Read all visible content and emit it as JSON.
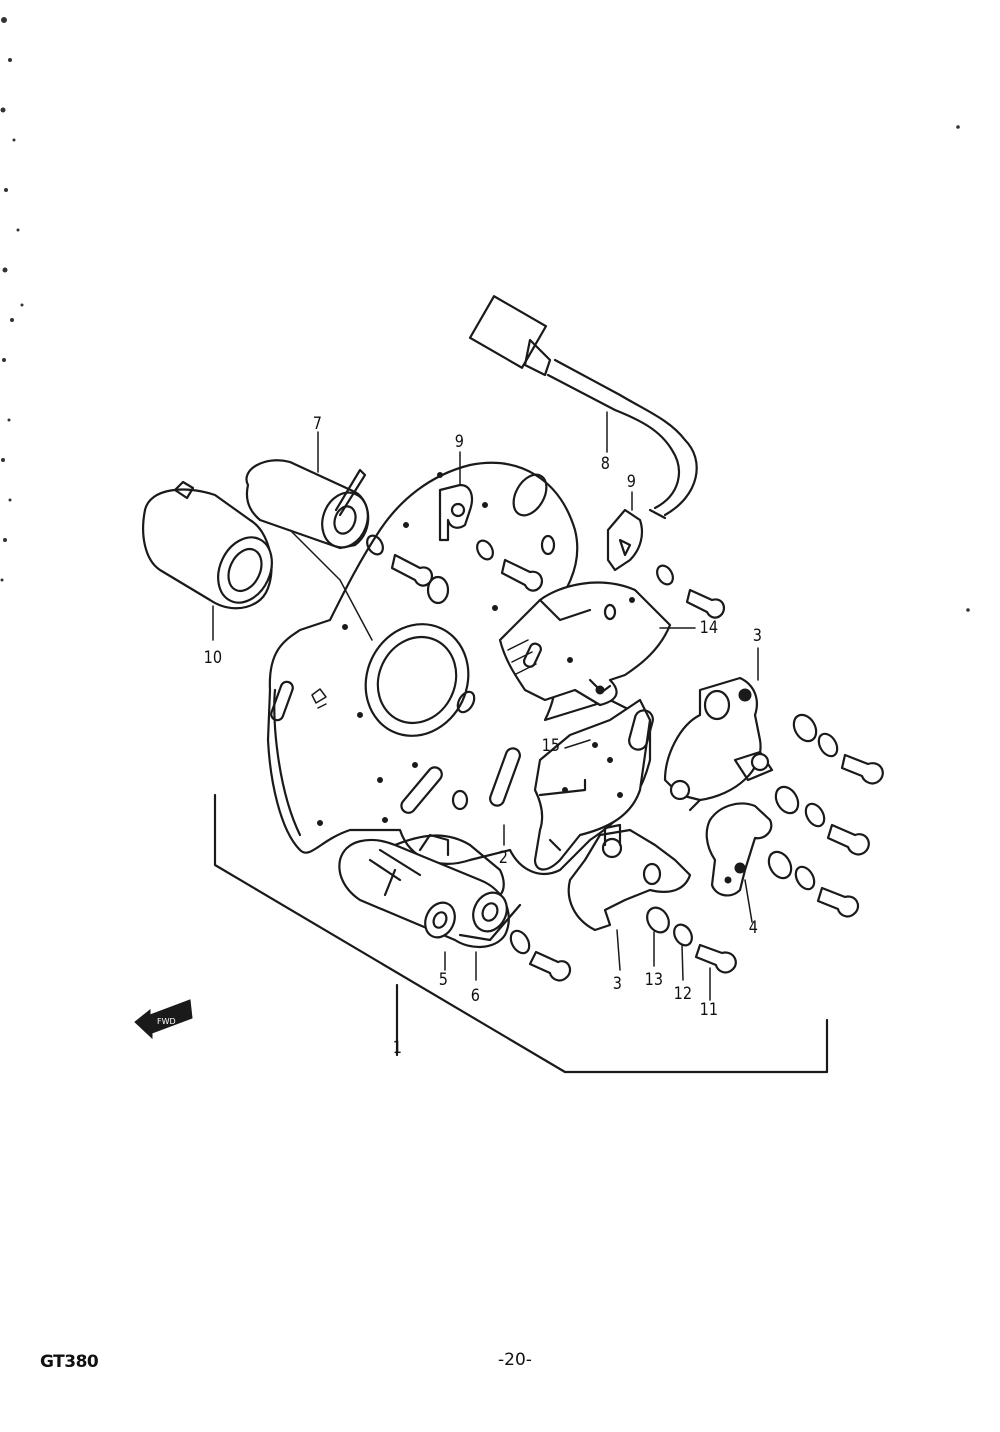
{
  "diagram": {
    "part_labels": {
      "p1": "1",
      "p2": "2",
      "p3_upper": "3",
      "p3_lower": "3",
      "p4": "4",
      "p5": "5",
      "p6": "6",
      "p7": "7",
      "p8": "8",
      "p9_left": "9",
      "p9_right": "9",
      "p10": "10",
      "p11": "11",
      "p12": "12",
      "p13": "13",
      "p14": "14",
      "p15": "15"
    },
    "fwd_arrow_text": "FWD"
  },
  "footer": {
    "model": "GT380",
    "page_number": "-20-"
  }
}
